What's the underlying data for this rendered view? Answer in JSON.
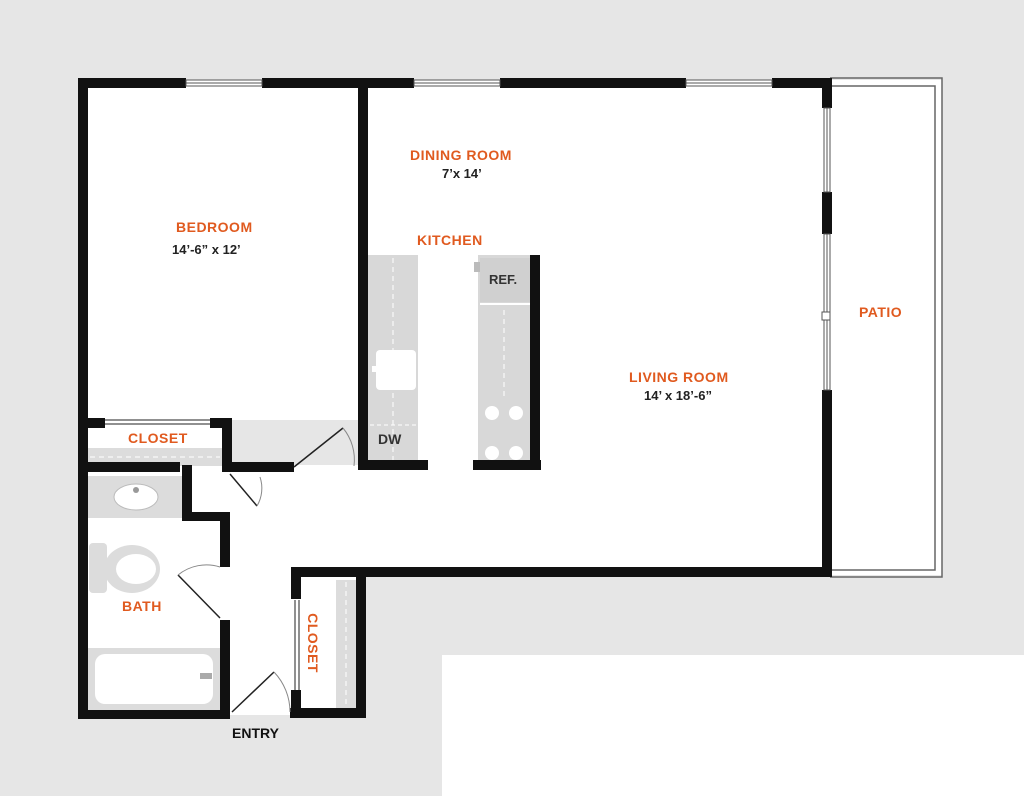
{
  "colors": {
    "accent": "#e05a1f",
    "wall": "#111111",
    "floor": "#ffffff",
    "surround": "#e6e6e6",
    "fixture": "#d8d8d8"
  },
  "rooms": {
    "bedroom": {
      "label": "BEDROOM",
      "dims": "14’-6” x 12’"
    },
    "dining": {
      "label": "DINING ROOM",
      "dims": "7’x 14’"
    },
    "kitchen": {
      "label": "KITCHEN"
    },
    "living": {
      "label": "LIVING ROOM",
      "dims": "14’ x  18’-6”"
    },
    "patio": {
      "label": "PATIO"
    },
    "bedroom_closet": {
      "label": "CLOSET"
    },
    "bath": {
      "label": "BATH"
    },
    "entry_closet": {
      "label": "CLOSET"
    },
    "entry": {
      "label": "ENTRY"
    }
  },
  "fixtures": {
    "refrigerator": "REF.",
    "dishwasher": "DW"
  }
}
